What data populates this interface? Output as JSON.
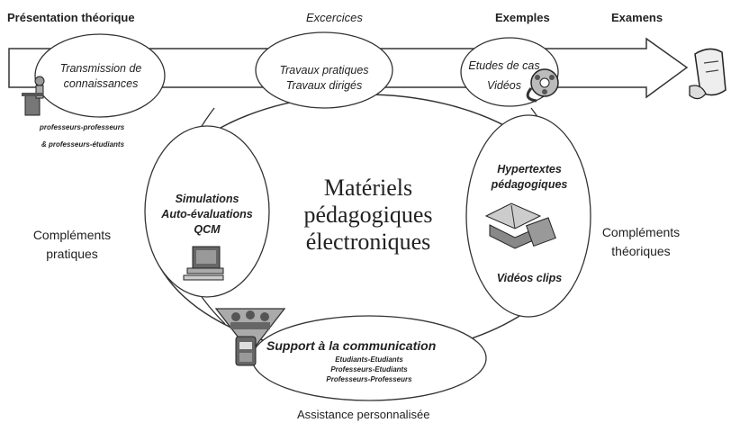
{
  "header": {
    "presentation": "Présentation théorique",
    "exercices": "Excercices",
    "exemples": "Exemples",
    "examens": "Examens"
  },
  "arrow": {
    "transmission": [
      "Transmission de",
      "connaissances"
    ],
    "travaux": [
      "Travaux pratiques",
      "Travaux dirigés"
    ],
    "etudes": [
      "Etudes de cas",
      "Vidéos"
    ]
  },
  "profs": [
    "professeurs-professeurs",
    "& professeurs-étudiants"
  ],
  "center": [
    "Matériels",
    "pédagogiques",
    "électroniques"
  ],
  "left_bubble": [
    "Simulations",
    "Auto-évaluations",
    "QCM"
  ],
  "right_bubble": {
    "title": [
      "Hypertextes",
      "pédagogiques"
    ],
    "video": "Vidéos clips"
  },
  "side_left": [
    "Compléments",
    "pratiques"
  ],
  "side_right": [
    "Compléments",
    "théoriques"
  ],
  "support": {
    "title": "Support à la communication",
    "lines": [
      "Etudiants-Etudiants",
      "Professeurs-Etudiants",
      "Professeurs-Professeurs"
    ]
  },
  "footer": "Assistance personnalisée",
  "icons": [
    "teacher-podium-icon",
    "diploma-scroll-icon",
    "film-reel-icon",
    "computer-icon",
    "books-icon",
    "people-meeting-icon",
    "telephone-icon"
  ]
}
